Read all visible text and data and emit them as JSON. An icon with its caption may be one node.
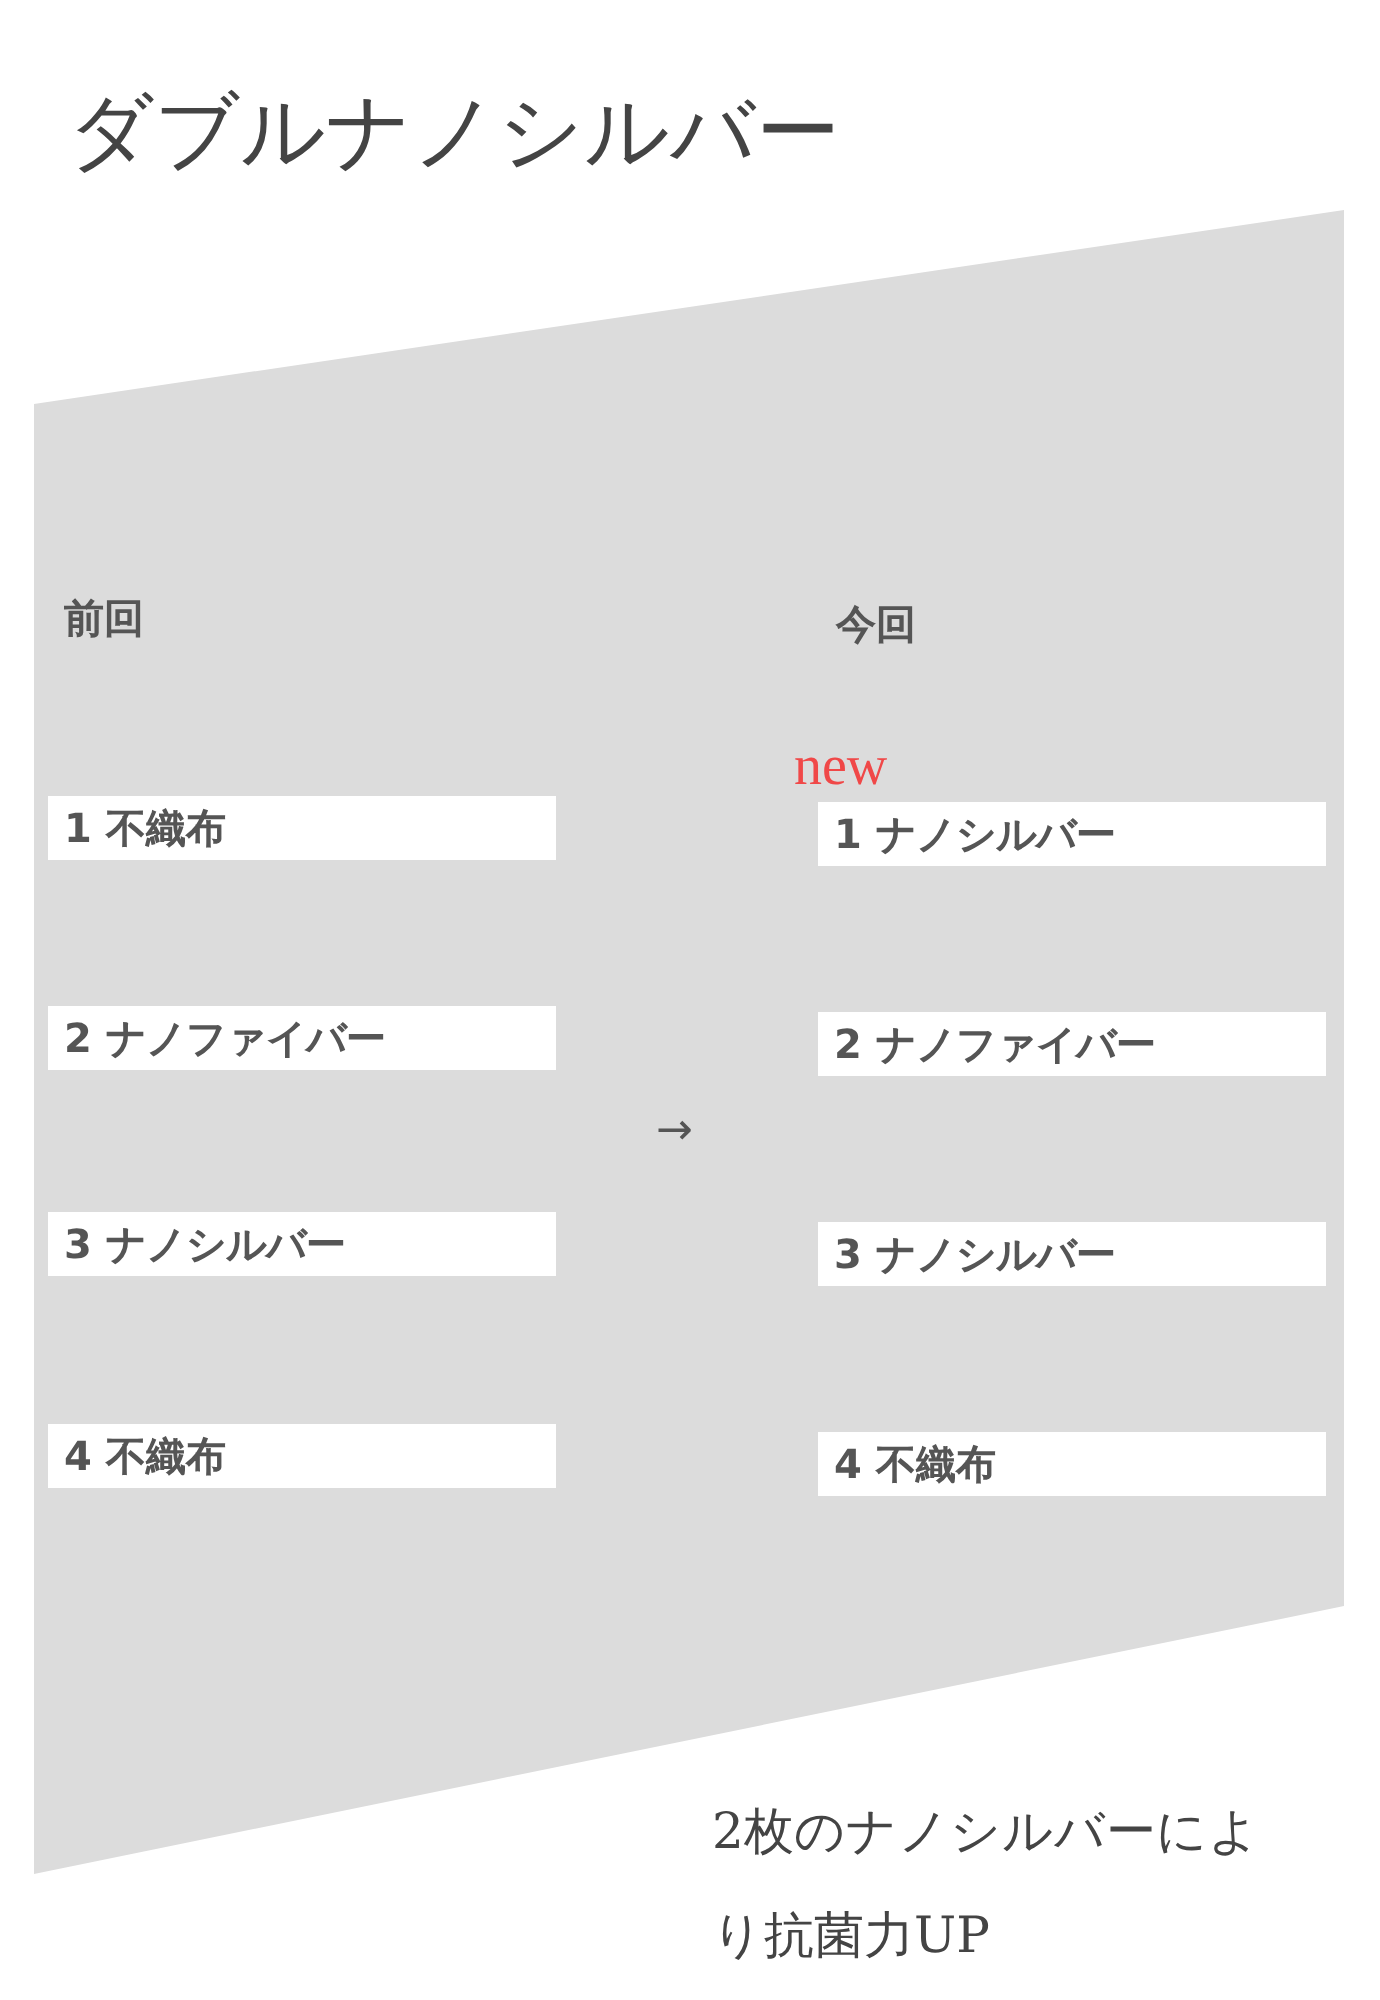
{
  "diagram": {
    "title": "ダブルナノシルバー",
    "caption": "2枚のナノシルバーにより抗菌力UP",
    "nodes": [
      {
        "text": [
          "1 不織布"
        ]
      },
      {
        "text": [
          "2 ナノファイバー"
        ]
      },
      {
        "text": [
          "3 ナノシルバー"
        ]
      },
      {
        "text": [
          "4 不織布"
        ]
      },
      {
        "text": [
          "1 ナノシルバー"
        ],
        "beside": [
          "new"
        ]
      },
      {
        "text": [
          "2 ナノファイバー"
        ]
      },
      {
        "text": [
          "3 ナノシルバー"
        ]
      },
      {
        "text": [
          "4 不織布"
        ]
      }
    ],
    "labels": [
      "前回",
      "今回",
      "→"
    ]
  }
}
